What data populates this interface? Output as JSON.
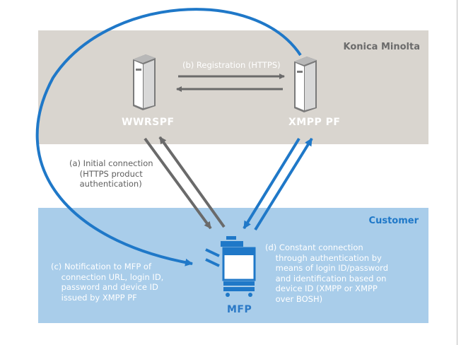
{
  "zones": {
    "konica_minolta": "Konica Minolta",
    "customer": "Customer"
  },
  "nodes": {
    "wwrspf": "WWRSPF",
    "xmpp_pf": "XMPP PF",
    "mfp": "MFP"
  },
  "edges": {
    "registration": "(b) Registration (HTTPS)",
    "initial_connection": "(a) Initial connection\n    (HTTPS product\n    authentication)",
    "notification": "(c) Notification to MFP of\n    connection URL, login ID,\n    password and device ID\n    issued by XMPP PF",
    "constant_connection": "(d) Constant connection\n    through authentication by\n    means of login ID/password\n    and identification based on\n    device ID (XMPP or XMPP\n    over BOSH)"
  },
  "icons": [
    "server-icon",
    "server-icon",
    "mfp-printer-icon"
  ],
  "colors": {
    "km_zone": "#d9d5cf",
    "customer_zone": "#a9cdea",
    "accent_blue": "#1f78c8",
    "arrow_gray": "#666666",
    "zone_title_gray": "#6b6b6b"
  }
}
